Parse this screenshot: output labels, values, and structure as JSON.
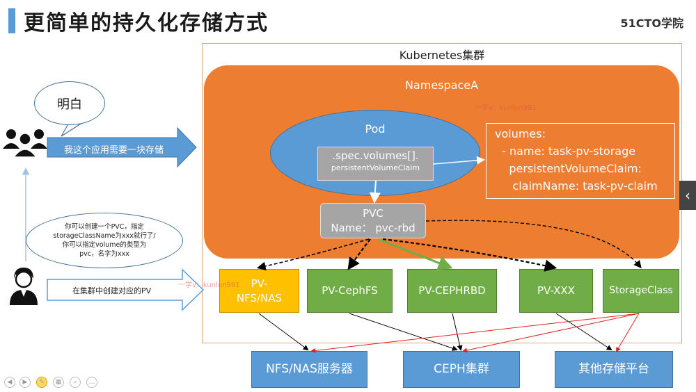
{
  "slide": {
    "title": "更简单的持久化存储方式",
    "logo": "51CTO学院"
  },
  "cluster": {
    "label": "Kubernetes集群"
  },
  "namespace": {
    "label": "NamespaceA"
  },
  "pod": {
    "label": "Pod",
    "spec_line1": ".spec.volumes[].",
    "spec_line2": "persistentVolumeClaim"
  },
  "volumes_yaml": {
    "line1": "volumes:",
    "line2": "  - name: task-pv-storage",
    "line3": "    persistentVolumeClaim:",
    "line4": "     claimName: task-pv-claim"
  },
  "pvc": {
    "line1": "PVC",
    "line2": "Name：  pvc-rbd"
  },
  "pv_boxes": {
    "nfs_line1": "PV-",
    "nfs_line2": "NFS/NAS",
    "cephfs": "PV-CephFS",
    "cephrbd": "PV-CEPHRBD",
    "xxx": "PV-XXX",
    "storageclass": "StorageClass"
  },
  "backends": {
    "nfs": "NFS/NAS服务器",
    "ceph": "CEPH集群",
    "other": "其他存储平台"
  },
  "user_side": {
    "bubble_user": "明白",
    "arrow_user": "我这个应用需要一块存储",
    "bubble_admin_line1": "你可以创建一个PVC，指定",
    "bubble_admin_line2": "storageClassName为xxx就行了/",
    "bubble_admin_line3": "你可以指定volume的类型为",
    "bubble_admin_line4": "pvc，名字为xxx",
    "arrow_admin": "在集群中创建对应的PV"
  },
  "watermarks": {
    "w1": "一学v：kunlun991",
    "w2": "一学v：kunlun991"
  },
  "colors": {
    "orange": "#ed7d31",
    "blue": "#5b9bd5",
    "green": "#70ad47",
    "yellow": "#ffc000",
    "gray": "#a5a5a5"
  },
  "icons": {
    "users": "users-group-icon",
    "admin": "admin-person-icon"
  }
}
